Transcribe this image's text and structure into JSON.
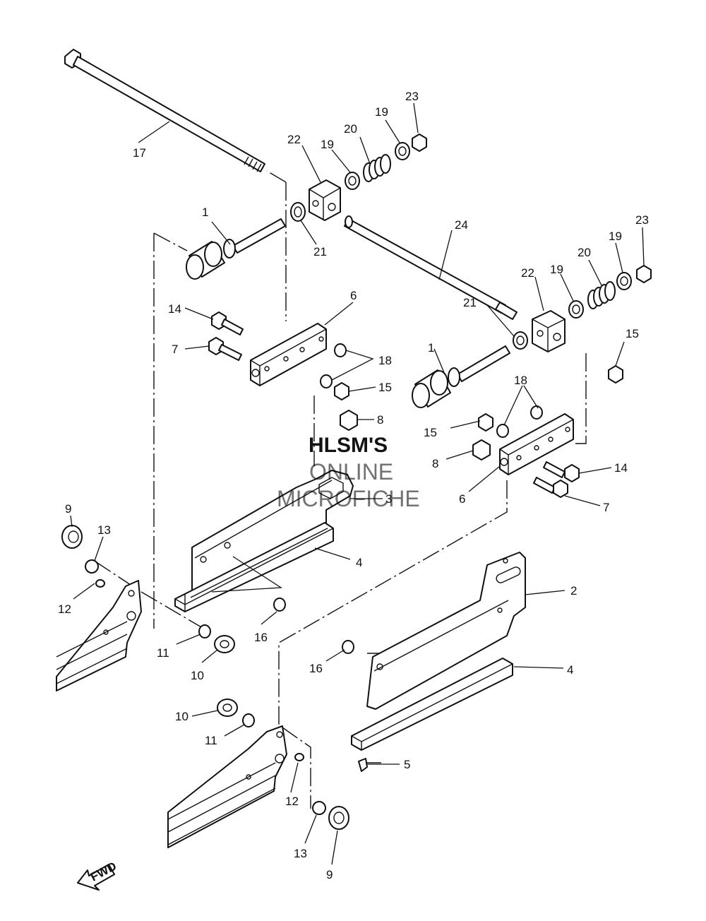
{
  "watermark": {
    "line1": "HLSM'S",
    "line2": "ONLINE",
    "line3": "MICROFICHE"
  },
  "direction_arrow": {
    "label": "FWD"
  },
  "callouts": {
    "c17": "17",
    "c22a": "22",
    "c19a": "19",
    "c20a": "20",
    "c19b": "19",
    "c23a": "23",
    "c1a": "1",
    "c21a": "21",
    "c24": "24",
    "c23b": "23",
    "c19c": "19",
    "c20b": "20",
    "c19d": "19",
    "c22b": "22",
    "c6a": "6",
    "c14a": "14",
    "c7a": "7",
    "c18a": "18",
    "c15a": "15",
    "c8a": "8",
    "c21b": "21",
    "c15b": "15",
    "c1b": "1",
    "c18b": "18",
    "c15c": "15",
    "c8b": "8",
    "c14b": "14",
    "c6b": "6",
    "c7b": "7",
    "c3": "3",
    "c4a": "4",
    "c9a": "9",
    "c13a": "13",
    "c12a": "12",
    "c16a": "16",
    "c11a": "11",
    "c10a": "10",
    "c2": "2",
    "c16b": "16",
    "c4b": "4",
    "c10b": "10",
    "c11b": "11",
    "c5": "5",
    "c12b": "12",
    "c13b": "13",
    "c9b": "9"
  }
}
